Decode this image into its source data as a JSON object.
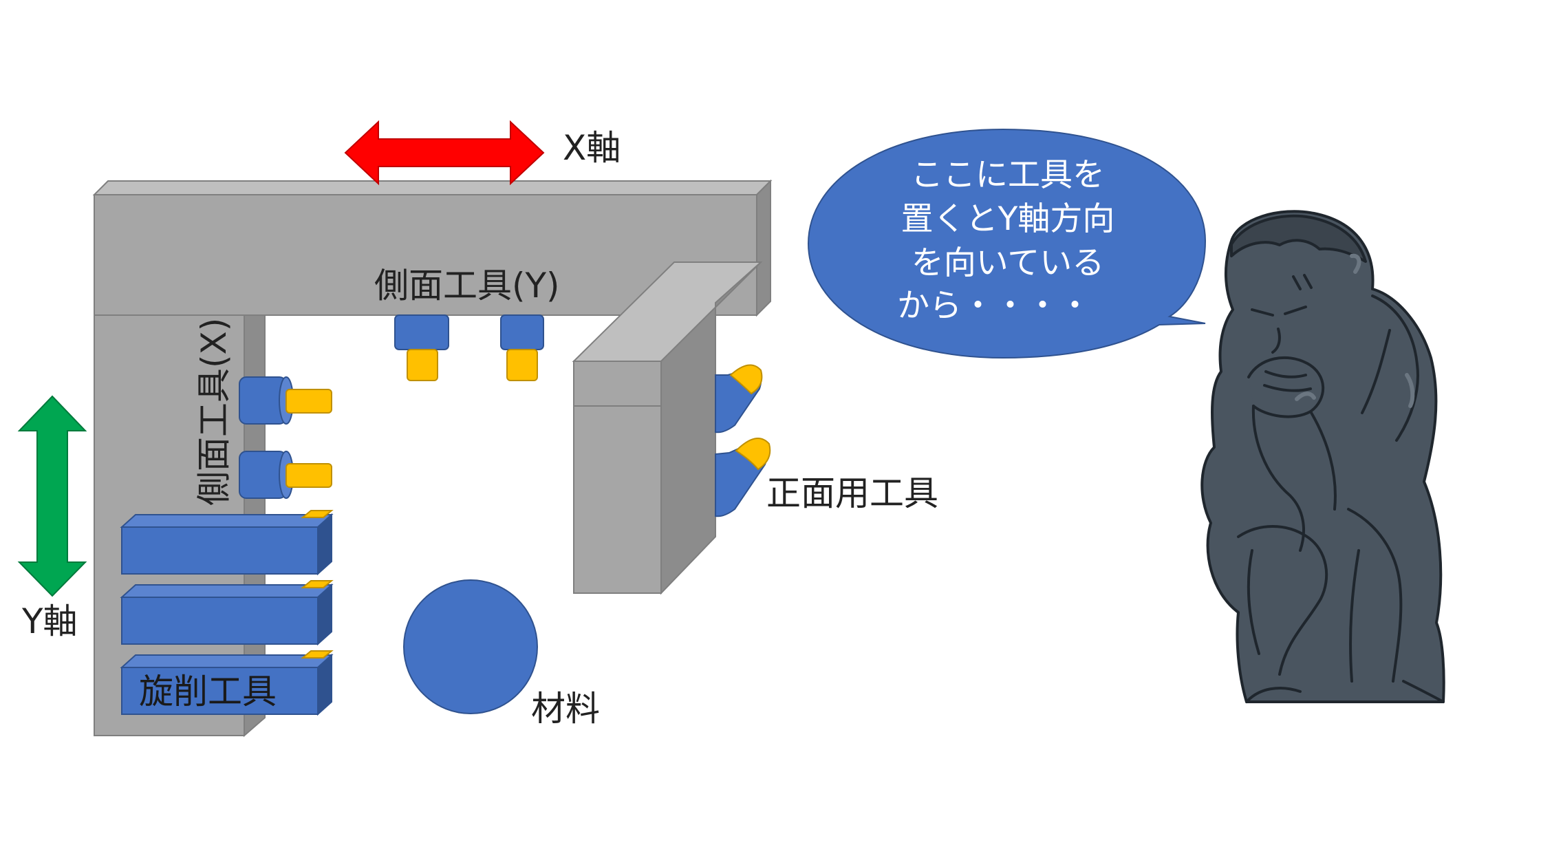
{
  "labels": {
    "x_axis": "X軸",
    "y_axis": "Y軸",
    "side_tool_y": "側面工具(Y)",
    "side_tool_x": "側面工具(X)",
    "front_tool": "正面用工具",
    "turning_tool": "旋削工具",
    "material": "材料"
  },
  "speech_bubble": {
    "lines": [
      "ここに工具を",
      "置くとY軸方向",
      "を向いている",
      "から・・・・"
    ]
  },
  "colors": {
    "frame_front": "#a6a6a6",
    "frame_top": "#bfbfbf",
    "frame_side": "#8c8c8c",
    "tool_blue": "#4472c4",
    "tool_tip": "#ffc000",
    "x_arrow": "#ff0000",
    "y_arrow": "#00a651",
    "bubble": "#4472c4",
    "statue": "#4a5560"
  },
  "icons": [
    "thinker-statue-icon"
  ]
}
